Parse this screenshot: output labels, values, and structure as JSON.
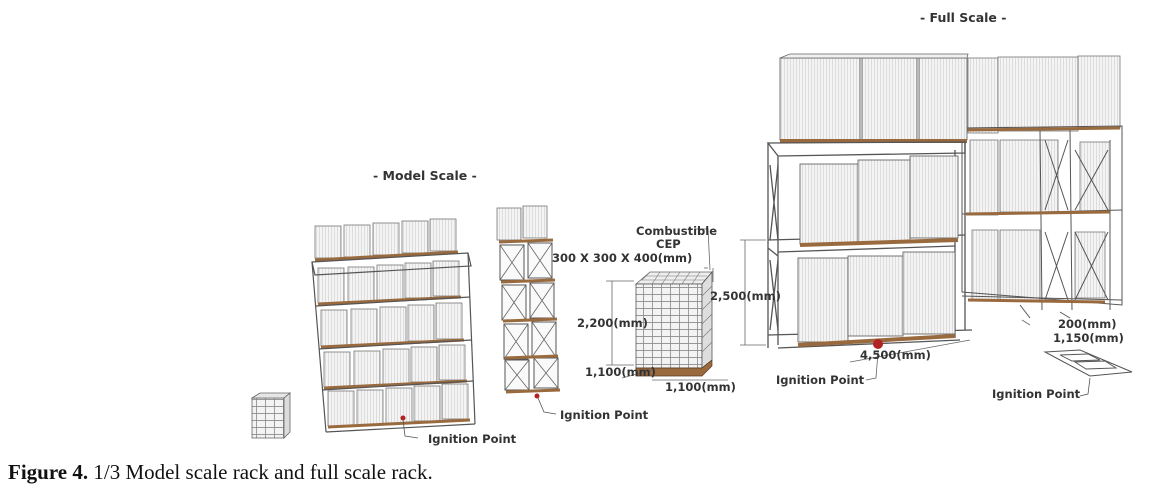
{
  "titles": {
    "model": "- Model Scale -",
    "full": "- Full Scale -"
  },
  "labels": {
    "ignition": "Ignition Point",
    "combustible": "Combustible",
    "cep": "CEP",
    "cep_size": "300 X 300 X 400(mm)",
    "dim_2200": "2,200(mm)",
    "dim_1100_a": "1,100(mm)",
    "dim_1100_b": "1,100(mm)",
    "dim_2500": "2,500(mm)",
    "dim_4500": "4,500(mm)",
    "dim_200": "200(mm)",
    "dim_1150": "1,150(mm)"
  },
  "caption": {
    "number": "Figure 4.",
    "text": " 1/3 Model scale rack and full scale rack."
  },
  "colors": {
    "box": "#f2f2f2",
    "box_line": "#8a8a8a",
    "pallet": "#9a6a3f",
    "ignition": "#b22222"
  }
}
